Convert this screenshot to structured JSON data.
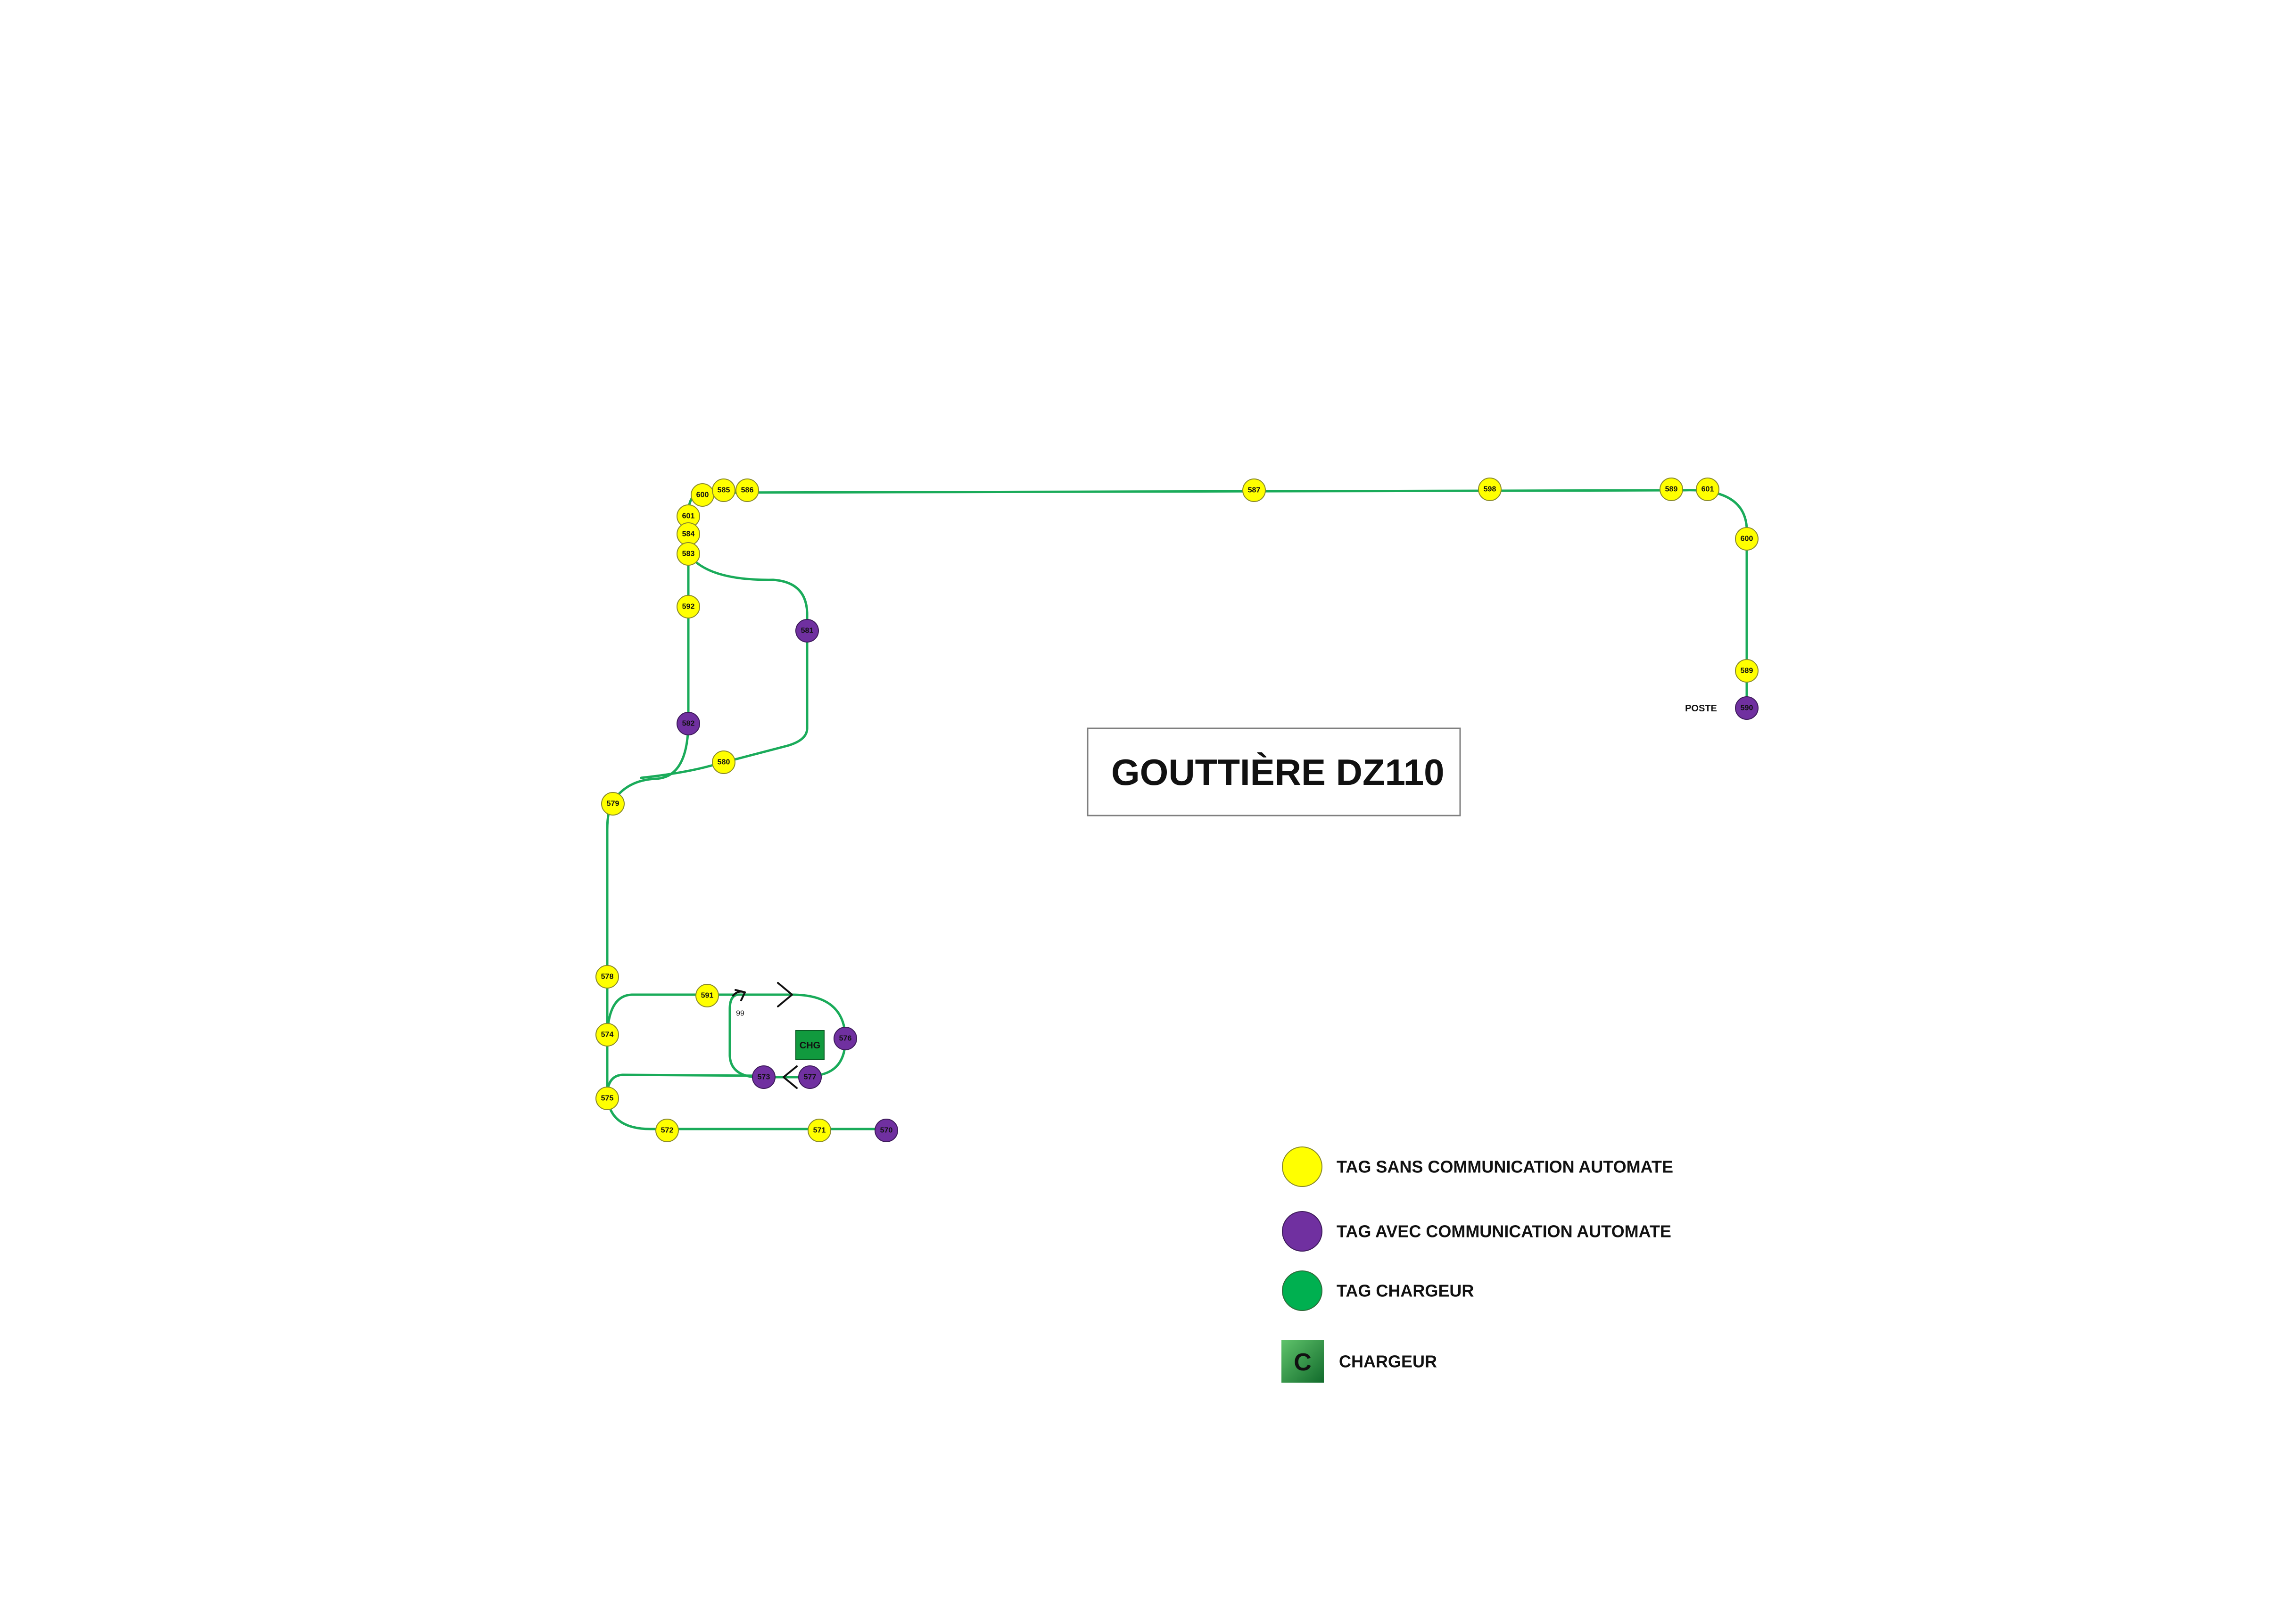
{
  "title": "GOUTTIÈRE DZ110",
  "poste_label": "POSTE",
  "charger_label": "CHG",
  "turn_label": "99",
  "tags": [
    {
      "id": "600",
      "kind": "yellow"
    },
    {
      "id": "585",
      "kind": "yellow"
    },
    {
      "id": "586",
      "kind": "yellow"
    },
    {
      "id": "587",
      "kind": "yellow"
    },
    {
      "id": "598",
      "kind": "yellow"
    },
    {
      "id": "589",
      "kind": "yellow"
    },
    {
      "id": "601",
      "kind": "yellow"
    },
    {
      "id": "600",
      "kind": "yellow"
    },
    {
      "id": "589",
      "kind": "yellow"
    },
    {
      "id": "590",
      "kind": "purple"
    },
    {
      "id": "601",
      "kind": "yellow"
    },
    {
      "id": "584",
      "kind": "yellow"
    },
    {
      "id": "583",
      "kind": "yellow"
    },
    {
      "id": "592",
      "kind": "yellow"
    },
    {
      "id": "581",
      "kind": "purple"
    },
    {
      "id": "582",
      "kind": "purple"
    },
    {
      "id": "580",
      "kind": "yellow"
    },
    {
      "id": "579",
      "kind": "yellow"
    },
    {
      "id": "578",
      "kind": "yellow"
    },
    {
      "id": "591",
      "kind": "yellow"
    },
    {
      "id": "574",
      "kind": "yellow"
    },
    {
      "id": "576",
      "kind": "purple"
    },
    {
      "id": "573",
      "kind": "purple"
    },
    {
      "id": "577",
      "kind": "purple"
    },
    {
      "id": "575",
      "kind": "yellow"
    },
    {
      "id": "572",
      "kind": "yellow"
    },
    {
      "id": "571",
      "kind": "yellow"
    },
    {
      "id": "570",
      "kind": "purple"
    }
  ],
  "legend": [
    {
      "label": "TAG SANS COMMUNICATION AUTOMATE",
      "kind": "yellow"
    },
    {
      "label": "TAG AVEC COMMUNICATION AUTOMATE",
      "kind": "purple"
    },
    {
      "label": "TAG CHARGEUR",
      "kind": "green"
    },
    {
      "label": "CHARGEUR",
      "kind": "charger",
      "symbol": "C"
    }
  ],
  "colors": {
    "track": "#1aab5a",
    "tag_yellow": "#ffff00",
    "tag_purple": "#7030a0",
    "tag_green": "#00b050",
    "charger": "#119a3e"
  }
}
